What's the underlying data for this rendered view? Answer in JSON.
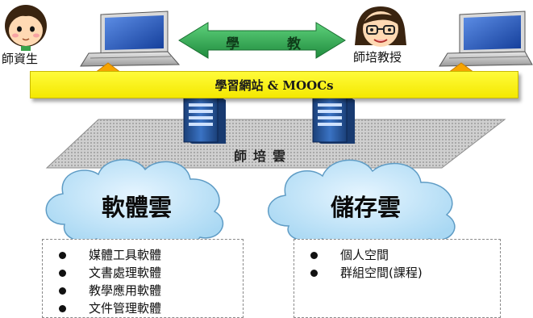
{
  "student_label": "師資生",
  "teacher_label": "師培教授",
  "arrow_left_text": "學",
  "arrow_right_text": "教",
  "banner_text": "學習網站 & MOOCs",
  "platform_label": "師培雲",
  "cloud_software": "軟體雲",
  "cloud_storage": "儲存雲",
  "software_list": [
    "媒體工具軟體",
    "文書處理軟體",
    "教學應用軟體",
    "文件管理軟體"
  ],
  "storage_list": [
    "個人空間",
    "群組空間(課程)"
  ],
  "colors": {
    "banner": "#fff200",
    "arrow_green": "#2fa84f",
    "cloud": "#bfe4f8",
    "laptop_screen": "#1f4fbf",
    "server": "#2b5fa8",
    "platform": "#bdbdbd",
    "up_arrow": "#f6a400"
  }
}
